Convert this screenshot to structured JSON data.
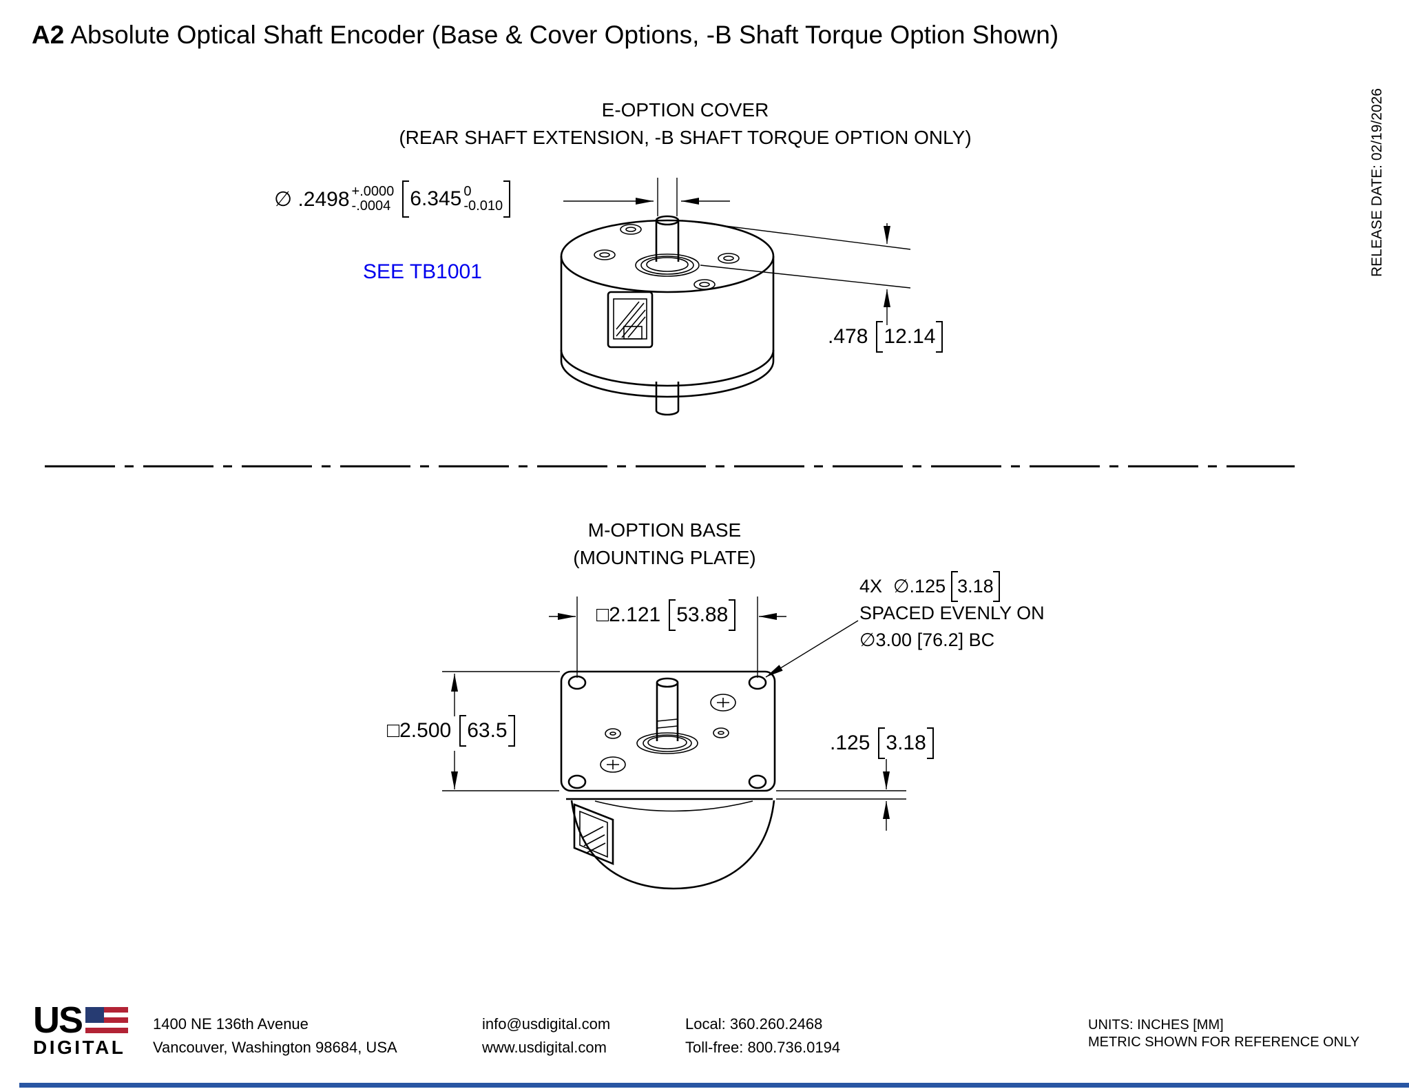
{
  "title": {
    "model": "A2",
    "rest": "Absolute Optical Shaft Encoder (Base & Cover Options, -B Shaft Torque Option Shown)"
  },
  "release_date": "RELEASE DATE: 02/19/2026",
  "top_view": {
    "heading1": "E-OPTION COVER",
    "heading2": "(REAR SHAFT EXTENSION, -B SHAFT TORQUE OPTION ONLY)",
    "shaft_dim": {
      "diameter": "∅ .2498",
      "tol_plus": "+.0000",
      "tol_minus": "-.0004",
      "metric": "6.345",
      "metric_tol_plus": "0",
      "metric_tol_minus": "-0.010"
    },
    "note": "SEE TB1001",
    "height_dim": {
      "inch": ".478",
      "metric": "12.14"
    }
  },
  "bottom_view": {
    "heading1": "M-OPTION BASE",
    "heading2": "(MOUNTING PLATE)",
    "width_dim": {
      "inch": "□2.121",
      "metric": "53.88"
    },
    "height_dim": {
      "inch": "□2.500",
      "metric": "63.5"
    },
    "thickness_dim": {
      "inch": ".125",
      "metric": "3.18"
    },
    "holes_callout": {
      "count": "4X",
      "diameter": "∅.125",
      "metric": "3.18",
      "line2": "SPACED EVENLY ON",
      "line3": "∅3.00 [76.2] BC"
    }
  },
  "footer": {
    "logo": {
      "us": "US",
      "digital": "DIGITAL"
    },
    "address1": "1400 NE 136th Avenue",
    "address2": "Vancouver, Washington 98684, USA",
    "email": "info@usdigital.com",
    "website": "www.usdigital.com",
    "phone_local": "Local: 360.260.2468",
    "phone_tollfree": "Toll-free: 800.736.0194",
    "units1": "UNITS: INCHES [MM]",
    "units2": "METRIC SHOWN FOR REFERENCE ONLY"
  },
  "colors": {
    "note_blue": "#0000EE",
    "accent_bar_blue": "#2956A3",
    "flag_navy": "#263B72",
    "flag_red": "#B22335"
  }
}
